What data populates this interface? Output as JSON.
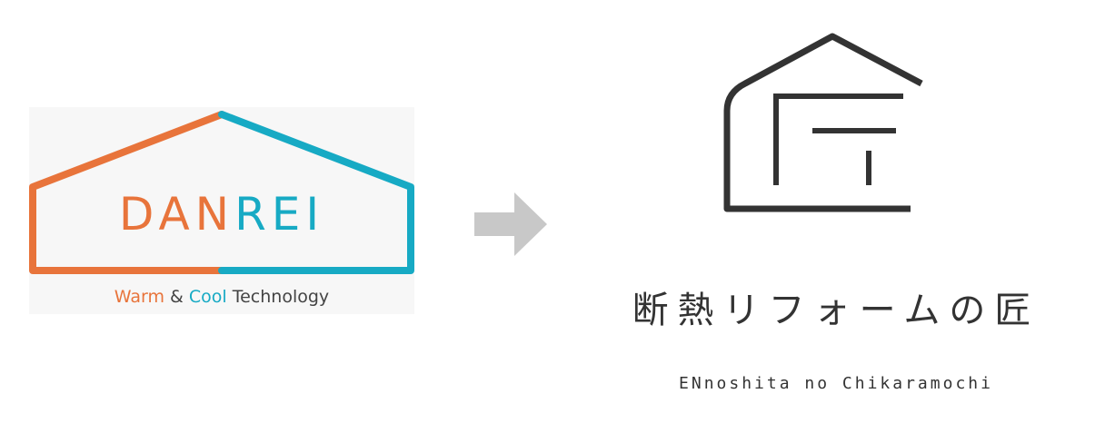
{
  "colors": {
    "orange": "#e8743b",
    "teal": "#17aac4",
    "dark": "#333333",
    "arrow": "#c8c8c8"
  },
  "danrei": {
    "word_orange": "DAN",
    "word_teal": "REI",
    "tagline": {
      "part1": "Warm",
      "amp": " & ",
      "part2": "Cool",
      "part3": " Technology"
    }
  },
  "arrow_icon": "right-arrow-icon",
  "takumi": {
    "jp_title": "断熱リフォームの匠",
    "en_subtitle": "ENnoshita no Chikaramochi"
  }
}
